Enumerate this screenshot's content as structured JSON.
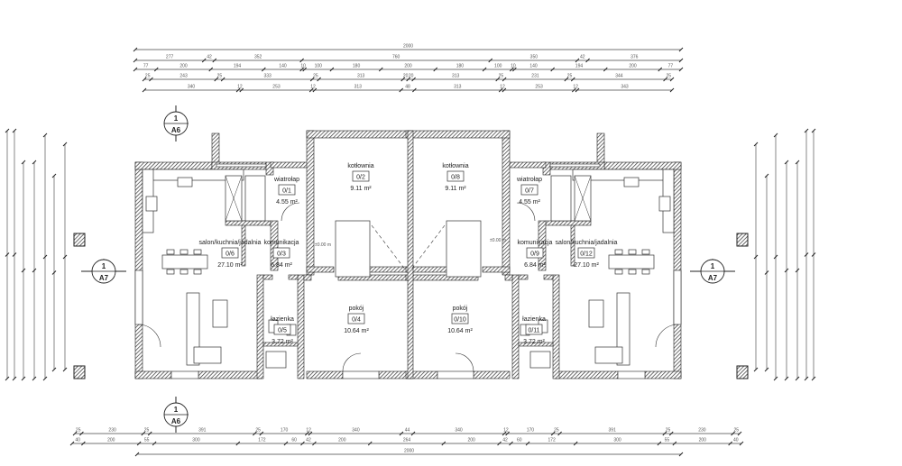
{
  "drawing": {
    "rooms_left": [
      {
        "name": "wiatrołap",
        "number": "0/1",
        "area": "4.55 m²"
      },
      {
        "name": "kotłownia",
        "number": "0/2",
        "area": "9.11 m²"
      },
      {
        "name": "komunikacja",
        "number": "0/3",
        "area": "6.84 m²"
      },
      {
        "name": "pokój",
        "number": "0/4",
        "area": "10.64 m²"
      },
      {
        "name": "łazienka",
        "number": "0/5",
        "area": "3.72 m²"
      },
      {
        "name": "salon/kuchnia/jadalnia",
        "number": "0/6",
        "area": "27.10 m²"
      }
    ],
    "rooms_right": [
      {
        "name": "wiatrołap",
        "number": "0/7",
        "area": "4.55 m²"
      },
      {
        "name": "kotłownia",
        "number": "0/8",
        "area": "9.11 m²"
      },
      {
        "name": "komunikacja",
        "number": "0/9",
        "area": "6.84 m²"
      },
      {
        "name": "pokój",
        "number": "0/10",
        "area": "10.64 m²"
      },
      {
        "name": "łazienka",
        "number": "0/11",
        "area": "3.72 m²"
      },
      {
        "name": "salon/kuchnia/jadalnia",
        "number": "0/12",
        "area": "27.10 m²"
      }
    ],
    "elevation_mark": "±0.00 m",
    "section_markers": [
      {
        "number": "1",
        "sheet": "A6"
      },
      {
        "number": "1",
        "sheet": "A6"
      },
      {
        "number": "1",
        "sheet": "A7"
      },
      {
        "number": "1",
        "sheet": "A7"
      }
    ],
    "dimensions": {
      "top": [
        [
          "2000"
        ],
        [
          "277",
          "42",
          "352",
          "760",
          "350",
          "42",
          "376"
        ],
        [
          "77",
          "200",
          "194",
          "140",
          "10",
          "100",
          "180",
          "200",
          "180",
          "100",
          "10",
          "140",
          "194",
          "200",
          "77"
        ],
        [
          "25",
          "243",
          "25",
          "333",
          "25",
          "313",
          "20",
          "20",
          "313",
          "25",
          "231",
          "25",
          "344",
          "25"
        ],
        [
          "340",
          "12",
          "253",
          "12",
          "313",
          "48",
          "313",
          "12",
          "253",
          "12",
          "343"
        ]
      ],
      "bottom": [
        [
          "25",
          "230",
          "25",
          "391",
          "25",
          "170",
          "12",
          "340",
          "44",
          "340",
          "12",
          "170",
          "25",
          "391",
          "25",
          "230",
          "25"
        ],
        [
          "40",
          "200",
          "55",
          "300",
          "172",
          "60",
          "42",
          "200",
          "264",
          "200",
          "42",
          "60",
          "172",
          "300",
          "55",
          "200",
          "40"
        ],
        [
          "2000"
        ]
      ]
    },
    "colors": {
      "wall": "#333333",
      "line": "#444444",
      "background": "#ffffff"
    }
  }
}
